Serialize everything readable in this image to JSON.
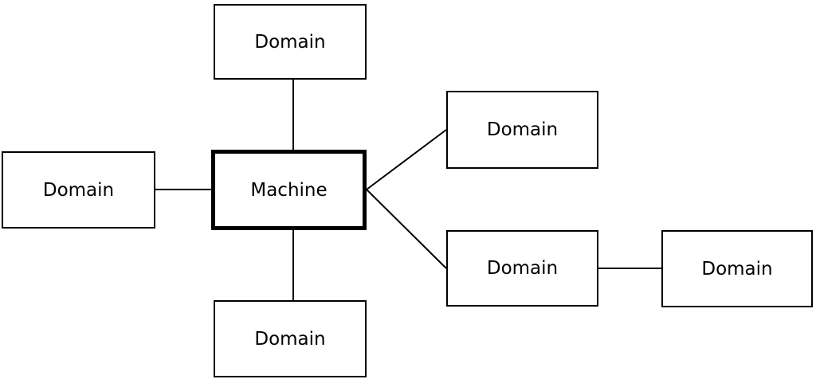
{
  "diagram": {
    "title": "machine-domain-topology",
    "colors": {
      "background": "#ffffff",
      "node_fill": "#ffffff",
      "node_border": "#000000",
      "edge_stroke": "#000000",
      "text": "#000000"
    },
    "nodes": [
      {
        "id": "domain-top",
        "label": "Domain",
        "emphasis": "normal"
      },
      {
        "id": "domain-left",
        "label": "Domain",
        "emphasis": "normal"
      },
      {
        "id": "machine",
        "label": "Machine",
        "emphasis": "bold-border"
      },
      {
        "id": "domain-right-upper",
        "label": "Domain",
        "emphasis": "normal"
      },
      {
        "id": "domain-right-lower",
        "label": "Domain",
        "emphasis": "normal"
      },
      {
        "id": "domain-far-right",
        "label": "Domain",
        "emphasis": "normal"
      },
      {
        "id": "domain-bottom",
        "label": "Domain",
        "emphasis": "normal"
      }
    ],
    "edges": [
      {
        "from": "machine",
        "to": "domain-top"
      },
      {
        "from": "machine",
        "to": "domain-left"
      },
      {
        "from": "machine",
        "to": "domain-bottom"
      },
      {
        "from": "machine",
        "to": "domain-right-upper"
      },
      {
        "from": "machine",
        "to": "domain-right-lower"
      },
      {
        "from": "domain-right-lower",
        "to": "domain-far-right"
      }
    ]
  }
}
